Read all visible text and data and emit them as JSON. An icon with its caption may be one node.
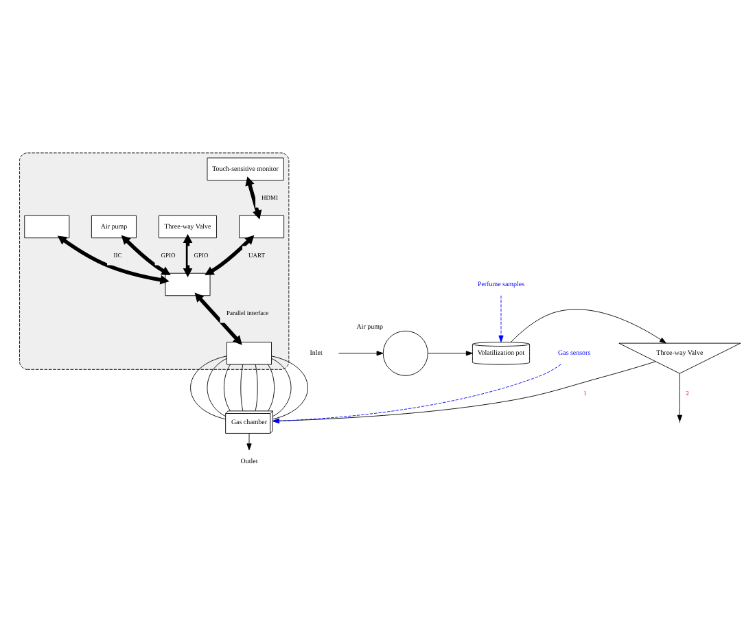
{
  "diagram": {
    "nodes": [
      {
        "text": [],
        "shape": "box"
      },
      {
        "text": [
          "Touch-sensitive monitor"
        ],
        "in": 0
      },
      {
        "text": [],
        "shape": "box",
        "in": 0
      },
      {
        "text": [
          "Three-way Valve"
        ],
        "in": 0
      },
      {
        "text": [
          "Air pump"
        ],
        "in": 0
      },
      {
        "text": [],
        "shape": "box",
        "in": 0
      },
      {
        "text": [],
        "shape": "box",
        "in": 0
      },
      {
        "text": [],
        "shape": "box",
        "in": 0
      },
      {
        "text": [
          "Inlet"
        ]
      },
      {
        "text": [
          "Air pump"
        ]
      },
      {
        "text": [
          "Volatilization pot"
        ]
      },
      {
        "text": [
          "Three-way Valve"
        ]
      },
      {
        "text": [
          "Gas chamber"
        ]
      },
      {
        "text": [
          "Outlet"
        ]
      },
      {
        "text": [
          "Gas sensors"
        ]
      },
      {
        "text": [
          "Perfume samples"
        ]
      }
    ],
    "edges": [
      {
        "from": 1,
        "to": 2,
        "arrow": "both",
        "label": "HDMI",
        "style": "thick"
      },
      {
        "from": 3,
        "to": 5,
        "arrow": "both",
        "label": "GPIO",
        "style": "thick"
      },
      {
        "from": 2,
        "to": 5,
        "arrow": "both",
        "label": "UART",
        "style": "thick"
      },
      {
        "from": 4,
        "to": 5,
        "arrow": "both",
        "label": "GPIO",
        "style": "thick"
      },
      {
        "from": 6,
        "to": 5,
        "arrow": "both",
        "label": "IIC",
        "style": "thick"
      },
      {
        "from": 5,
        "to": 7,
        "arrow": "both",
        "label": "Parallel interface",
        "style": "thick"
      },
      {
        "from": 7,
        "to": 12,
        "arrow": "none"
      },
      {
        "from": 7,
        "to": 12,
        "arrow": "none"
      },
      {
        "from": 7,
        "to": 12,
        "arrow": "none"
      },
      {
        "from": 7,
        "to": 12,
        "arrow": "none"
      },
      {
        "from": 7,
        "to": 12,
        "arrow": "none"
      },
      {
        "from": 7,
        "to": 12,
        "arrow": "none"
      },
      {
        "from": 7,
        "to": 12,
        "arrow": "none"
      },
      {
        "from": 7,
        "to": 12,
        "arrow": "none"
      },
      {
        "from": 8,
        "to": 9,
        "arrow": "to"
      },
      {
        "from": 9,
        "to": 10,
        "arrow": "to"
      },
      {
        "from": 10,
        "to": 11,
        "arrow": "to"
      },
      {
        "from": 11,
        "to": 12,
        "arrow": "to",
        "label": "1"
      },
      {
        "from": 12,
        "to": 13,
        "arrow": "to"
      },
      {
        "from": 11,
        "to": null,
        "arrow": "to",
        "label": "2"
      },
      {
        "from": 14,
        "to": 12,
        "arrow": "to",
        "style": "dashed",
        "color": "#0000ff"
      },
      {
        "from": 15,
        "to": 10,
        "arrow": "to",
        "style": "dashed",
        "color": "#0000ff"
      }
    ]
  }
}
